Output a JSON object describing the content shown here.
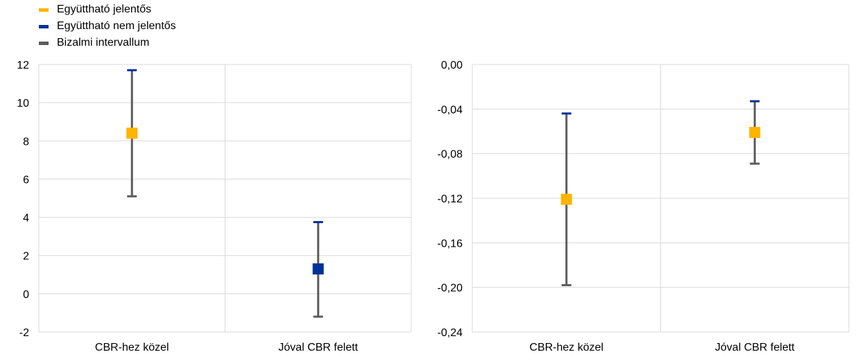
{
  "legend": {
    "items": [
      {
        "label": "Együttható jelentős",
        "color": "#FFB400"
      },
      {
        "label": "Együttható nem jelentős",
        "color": "#003299"
      },
      {
        "label": "Bizalmi intervallum",
        "color": "#5C5C5C"
      }
    ]
  },
  "colors": {
    "significant": "#FFB400",
    "not_significant": "#003299",
    "interval": "#5C5C5C",
    "cap": "#003299",
    "grid": "#D9D9D9"
  },
  "chart_data": [
    {
      "type": "scatter",
      "title": "",
      "xlabel": "",
      "ylabel": "",
      "categories": [
        "CBR-hez közel",
        "Jóval CBR felett"
      ],
      "ylim": [
        -2,
        12
      ],
      "yticks": [
        -2,
        0,
        2,
        4,
        6,
        8,
        10,
        12
      ],
      "ytick_labels": [
        "-2",
        "0",
        "2",
        "4",
        "6",
        "8",
        "10",
        "12"
      ],
      "decimals": 0,
      "grid": true,
      "legend_position": "top-left",
      "points": [
        {
          "category": "CBR-hez közel",
          "value": 8.4,
          "lower": 5.1,
          "upper": 11.7,
          "significant": true
        },
        {
          "category": "Jóval CBR felett",
          "value": 1.3,
          "lower": -1.2,
          "upper": 3.75,
          "significant": false
        }
      ]
    },
    {
      "type": "scatter",
      "title": "",
      "xlabel": "",
      "ylabel": "",
      "categories": [
        "CBR-hez közel",
        "Jóval CBR felett"
      ],
      "ylim": [
        -0.24,
        0.0
      ],
      "yticks": [
        -0.24,
        -0.2,
        -0.16,
        -0.12,
        -0.08,
        -0.04,
        0.0
      ],
      "ytick_labels": [
        "-0,24",
        "-0,20",
        "-0,16",
        "-0,12",
        "-0,08",
        "-0,04",
        "0,00"
      ],
      "grid": true,
      "points": [
        {
          "category": "CBR-hez közel",
          "value": -0.121,
          "lower": -0.198,
          "upper": -0.044,
          "significant": true
        },
        {
          "category": "Jóval CBR felett",
          "value": -0.061,
          "lower": -0.089,
          "upper": -0.033,
          "significant": true
        }
      ]
    }
  ]
}
